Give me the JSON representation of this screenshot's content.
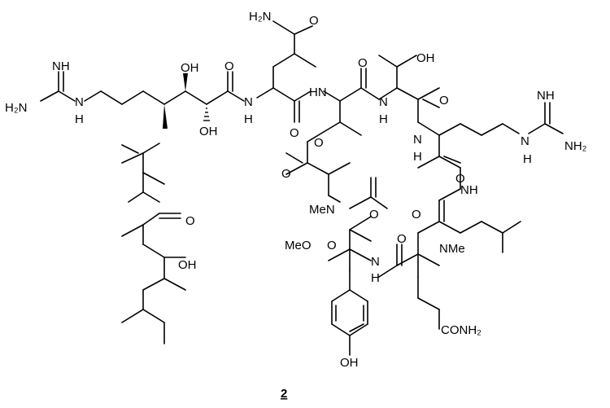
{
  "compound_number": "2",
  "atoms": {
    "H2N_1": "H₂N",
    "NH_1": "NH",
    "N_1": "N",
    "H_1": "H",
    "OH_1": "OH",
    "OH_2": "OH",
    "O_1": "O",
    "N_2": "N",
    "H_2": "H",
    "H2N_2": "H₂N",
    "O_2": "O",
    "O_3": "O",
    "HN_1": "HN",
    "O_4": "O",
    "OH_3": "OH",
    "O_5": "O",
    "N_3": "N",
    "H_3": "H",
    "O_6": "O",
    "NH_2": "NH",
    "H_4": "H",
    "N_4": "N",
    "NH2_1": "NH₂",
    "O_7": "O",
    "N_5": "N",
    "H_5": "H",
    "O_8": "O",
    "O_9": "O",
    "NH_3": "NH",
    "O_10": "O",
    "OH_4": "OH",
    "O_11": "O",
    "MeN": "MeN",
    "O_12": "O",
    "O_13": "O",
    "MeO": "MeO",
    "N_6": "N",
    "H_6": "H",
    "NMe": "NMe",
    "OH_5": "OH",
    "CONH2": "CONH₂"
  }
}
